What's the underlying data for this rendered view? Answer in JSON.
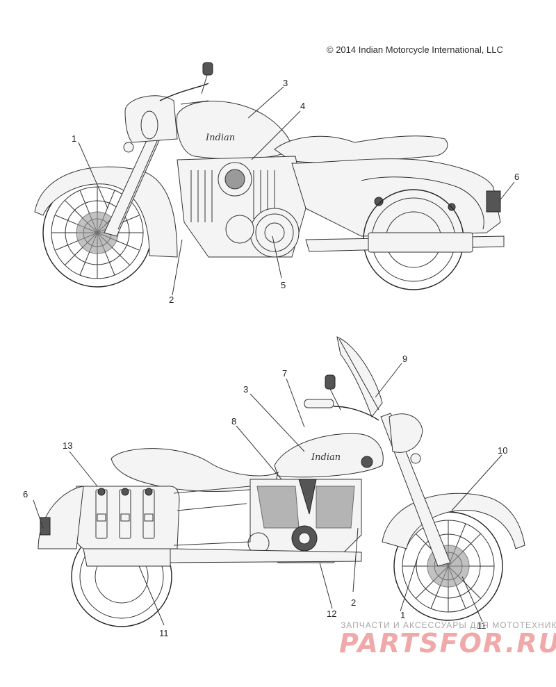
{
  "copyright": "© 2014 Indian Motorcycle International, LLC",
  "top_view": {
    "tank_logo": "Indian",
    "callouts": [
      "1",
      "2",
      "3",
      "4",
      "5",
      "6"
    ]
  },
  "bottom_view": {
    "tank_logo": "Indian",
    "callouts": [
      "1",
      "2",
      "3",
      "6",
      "7",
      "8",
      "9",
      "10",
      "11",
      "11",
      "12",
      "13"
    ]
  },
  "watermark": {
    "subtitle": "ЗАПЧАСТИ И АКСЕССУАРЫ ДЛЯ МОТОТЕХНИКИ",
    "brand": "PARTSFOR.RU"
  }
}
